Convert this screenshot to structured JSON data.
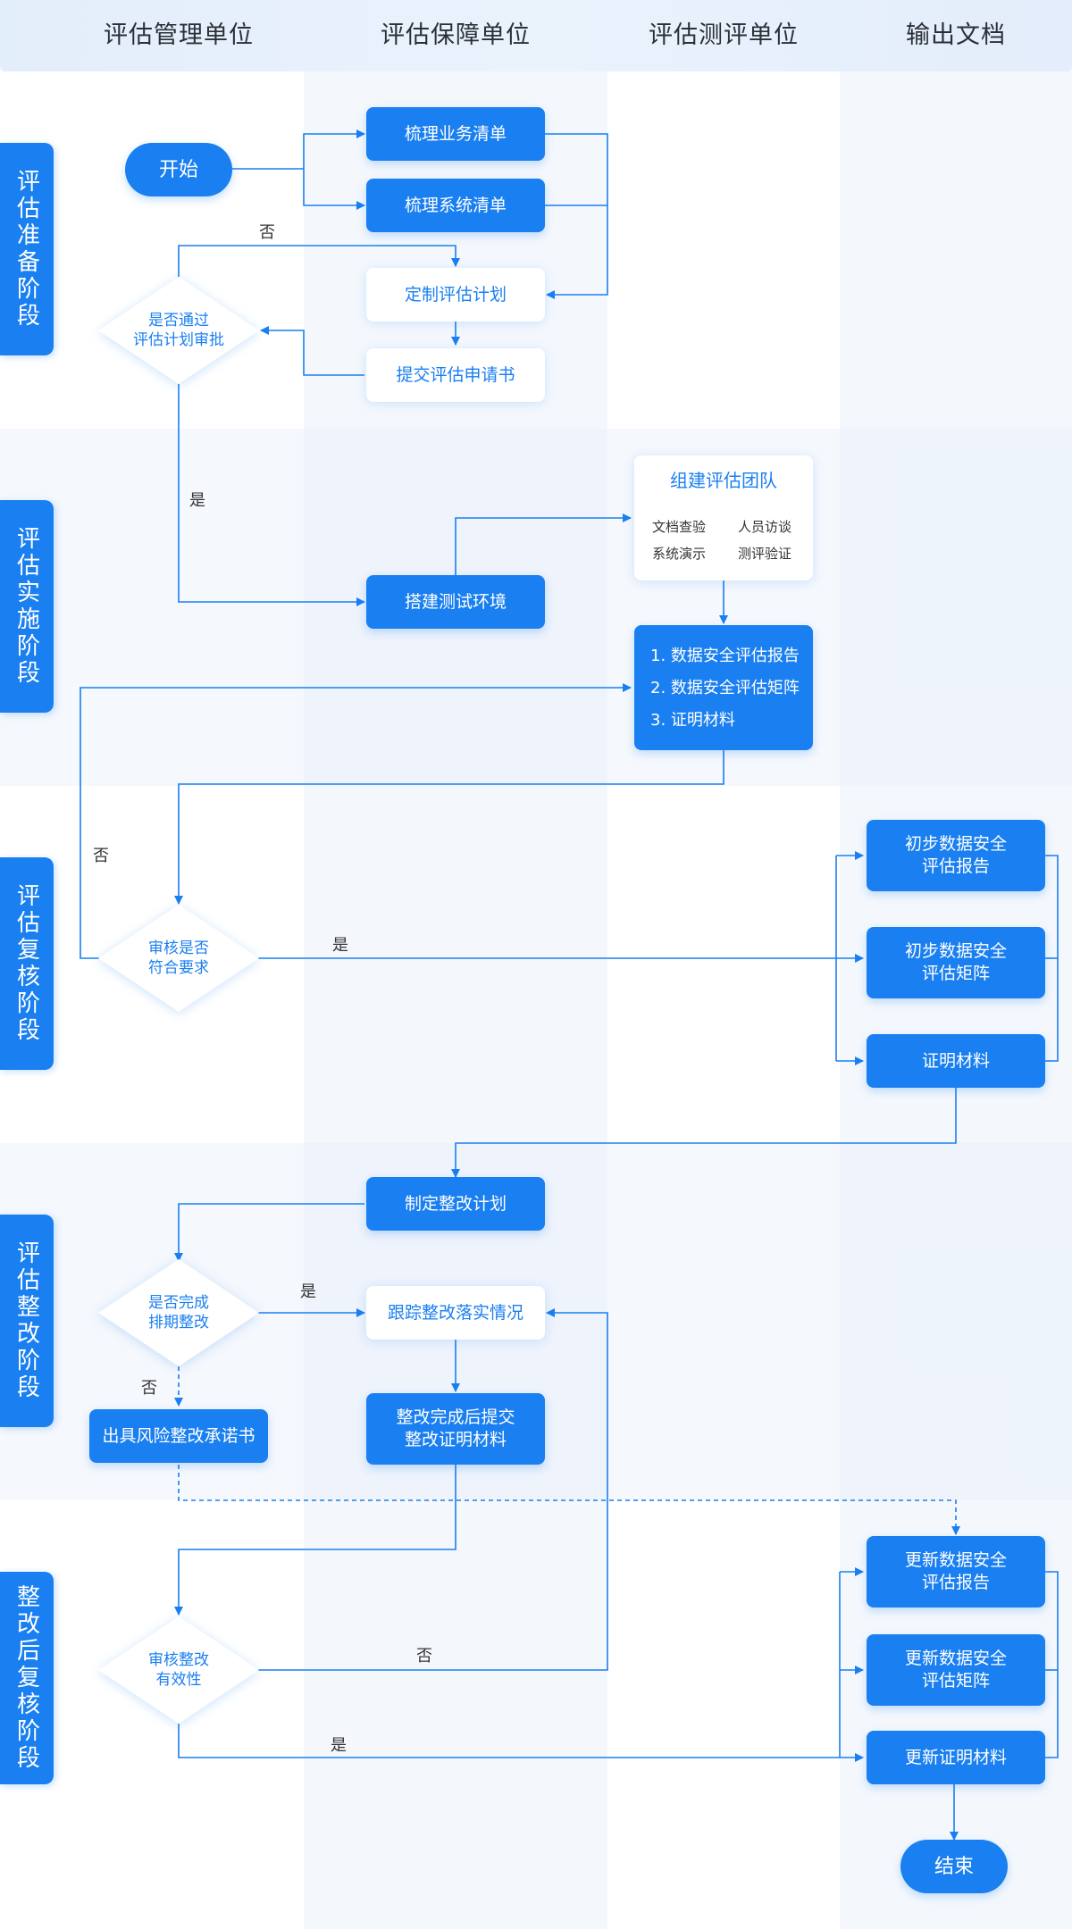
{
  "colors": {
    "primary": "#1a7ff0",
    "header_bg": "#e3eefb",
    "lane_bg": "#f3f7fd",
    "line": "#1a7ff0"
  },
  "header": {
    "columns": [
      "评估管理单位",
      "评估保障单位",
      "评估测评单位",
      "输出文档"
    ]
  },
  "phases": [
    "评估准备阶段",
    "评估实施阶段",
    "评估复核阶段",
    "评估整改阶段",
    "整改后复核阶段"
  ],
  "nodes": {
    "start": "开始",
    "sort_business": "梳理业务清单",
    "sort_system": "梳理系统清单",
    "make_plan": "定制评估计划",
    "submit_application": "提交评估申请书",
    "approve_decision": "是否通过\n评估计划审批",
    "build_env": "搭建测试环境",
    "team": {
      "title": "组建评估团队",
      "items": [
        "文档查验",
        "人员访谈",
        "系统演示",
        "测评验证"
      ]
    },
    "outputs_list": [
      "1. 数据安全评估报告",
      "2. 数据安全评估矩阵",
      "3. 证明材料"
    ],
    "review_decision": "审核是否\n符合要求",
    "prelim_report": "初步数据安全\n评估报告",
    "prelim_matrix": "初步数据安全\n评估矩阵",
    "proof_material": "证明材料",
    "make_rectify_plan": "制定整改计划",
    "rectify_decision": "是否完成\n排期整改",
    "track_rectify": "跟踪整改落实情况",
    "risk_commitment": "出具风险整改承诺书",
    "submit_proof": "整改完成后提交\n整改证明材料",
    "effective_decision": "审核整改\n有效性",
    "update_report": "更新数据安全\n评估报告",
    "update_matrix": "更新数据安全\n评估矩阵",
    "update_proof": "更新证明材料",
    "end": "结束"
  },
  "labels": {
    "no1": "否",
    "yes1": "是",
    "no2": "否",
    "yes2": "是",
    "yes3": "是",
    "no3": "否",
    "no4": "否",
    "yes4": "是"
  }
}
